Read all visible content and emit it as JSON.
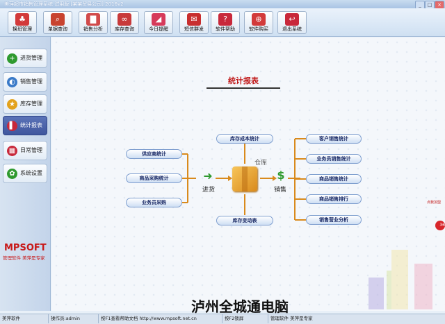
{
  "window": {
    "title": "美萍超市销售管理系统 试用版 [某某贸易公司] 2016v2",
    "min": "_",
    "max": "□",
    "close": "×"
  },
  "toolbar": [
    {
      "label": "换班管理",
      "icon": "handshake-icon",
      "color": "#d23a3a",
      "glyph": "♣"
    },
    {
      "label": "单据查询",
      "icon": "magnifier-icon",
      "color": "#c8432f",
      "glyph": "⌕"
    },
    {
      "label": "销售分析",
      "icon": "bar-chart-icon",
      "color": "#d14a4a",
      "glyph": "▇"
    },
    {
      "label": "库存查询",
      "icon": "glasses-icon",
      "color": "#c83a3a",
      "glyph": "∞"
    },
    {
      "label": "今日提醒",
      "icon": "megaphone-icon",
      "color": "#d63a5a",
      "glyph": "◢"
    },
    {
      "label": "短信群发",
      "icon": "envelope-icon",
      "color": "#c82e2e",
      "glyph": "✉"
    },
    {
      "label": "软件帮助",
      "icon": "help-icon",
      "color": "#c8283a",
      "glyph": "?"
    },
    {
      "label": "软件购买",
      "icon": "cart-icon",
      "color": "#d23a3a",
      "glyph": "⊕"
    },
    {
      "label": "退出系统",
      "icon": "exit-icon",
      "color": "#c8283a",
      "glyph": "↩"
    }
  ],
  "sidebar": {
    "items": [
      {
        "label": "进货管理",
        "icon": "plus-icon",
        "color": "#2f9a2f",
        "glyph": "+"
      },
      {
        "label": "销售管理",
        "icon": "globe-icon",
        "color": "#3a7ac8",
        "glyph": "◐"
      },
      {
        "label": "库存管理",
        "icon": "star-icon",
        "color": "#e3a21c",
        "glyph": "★"
      },
      {
        "label": "统计报表",
        "icon": "report-icon",
        "color": "#c8283a",
        "glyph": "▌",
        "active": true
      },
      {
        "label": "日常管理",
        "icon": "calendar-icon",
        "color": "#c8283a",
        "glyph": "▦"
      },
      {
        "label": "系统设置",
        "icon": "settings-icon",
        "color": "#2f9a2f",
        "glyph": "✿"
      }
    ],
    "logo": "MPSOFT",
    "logo_sub": "管理软件 美萍是专家"
  },
  "panel": {
    "title": "统计报表",
    "left_items": [
      "供应商统计",
      "商品采购统计",
      "业务员采购"
    ],
    "center_top": "库存成本统计",
    "center_bottom": "库存变动表",
    "right_items": [
      "客户销售统计",
      "业务员销售统计",
      "商品销售统计",
      "商品销售排行",
      "销售营业分析"
    ],
    "label_in": "进货",
    "label_store": "仓库",
    "label_out": "销售"
  },
  "decor": {
    "badge": "点我加盟",
    "red": "36"
  },
  "watermark": "泸州全城通电脑",
  "statusbar": [
    "美萍软件",
    "操作员:admin",
    "按F1查看帮助文档 http://www.mpsoft.net.cn",
    "按F2锁屏",
    "管理软件 美萍是专家"
  ]
}
